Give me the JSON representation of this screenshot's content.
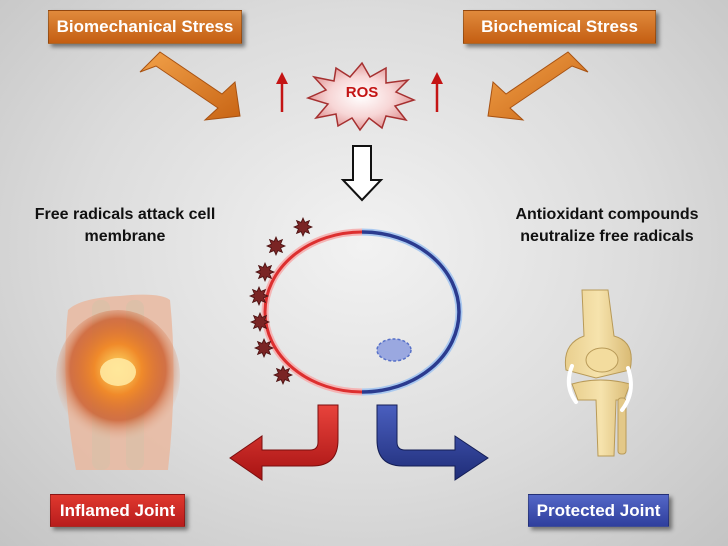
{
  "top": {
    "biomechanical_stress": "Biomechanical Stress",
    "biochemical_stress": "Biochemical Stress",
    "ros": "ROS"
  },
  "captions": {
    "left": "Free radicals attack cell membrane",
    "right": "Antioxidant compounds neutralize free radicals"
  },
  "outcomes": {
    "inflamed": "Inflamed Joint",
    "protected": "Protected Joint"
  },
  "colors": {
    "orange": "#d2731f",
    "red": "#d42a26",
    "blue": "#2f3f9d",
    "ros_red": "#c41414"
  }
}
